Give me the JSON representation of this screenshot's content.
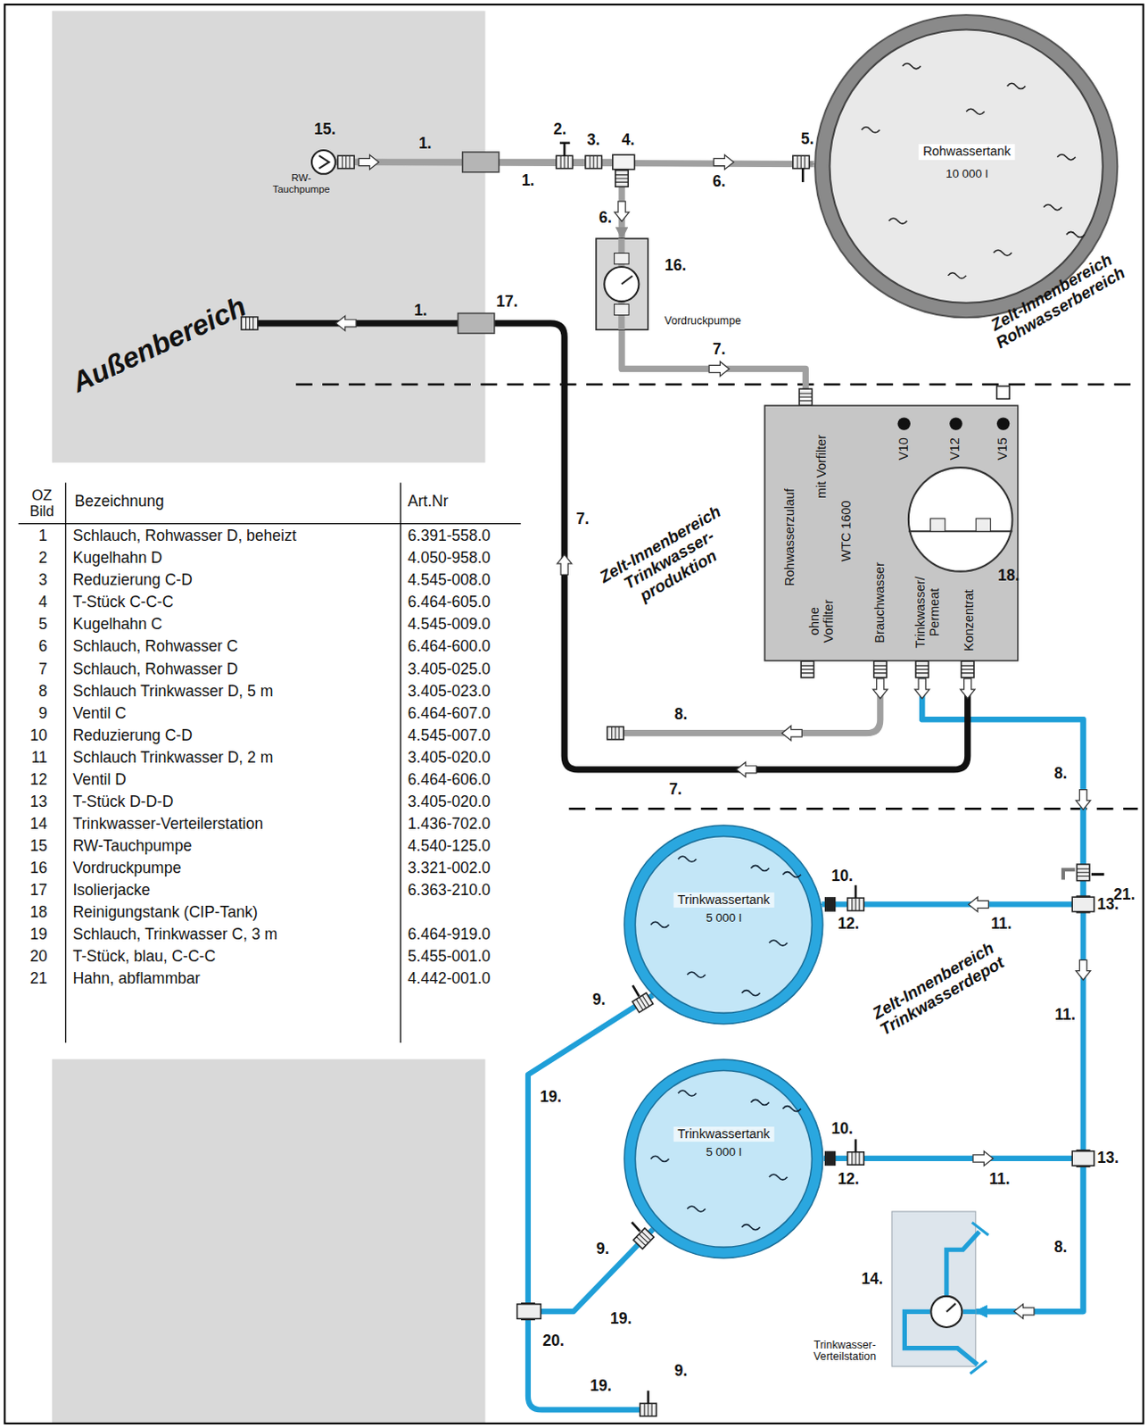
{
  "diagram": {
    "nodes": [
      {
        "text": [
          "Außenbereich"
        ]
      },
      {
        "text": [
          "RW-Tauchpumpe"
        ],
        "in": 0
      },
      {
        "text": [
          "Rohwassertank",
          "10 000 l"
        ]
      },
      {
        "text": [
          "Vordruckpumpe"
        ]
      },
      {
        "text": [
          "WTC 1600",
          "Rohwasserzulauf",
          "mit Vorfilter",
          "ohne Vorfilter",
          "Brauchwasser",
          "Trinkwasser/ Permeat",
          "Konzentrat",
          "V10",
          "V12",
          "V15"
        ]
      },
      {
        "text": [
          "Trinkwassertank",
          "5 000 l"
        ]
      },
      {
        "text": [
          "Trinkwassertank",
          "5 000 l"
        ]
      },
      {
        "text": [
          "Trinkwasser-Verteilstation"
        ]
      }
    ],
    "edges": [
      {
        "from": 1,
        "to": 2,
        "arrow": "to"
      },
      {
        "from": 1,
        "to": 3,
        "arrow": "to"
      },
      {
        "from": 3,
        "to": 4,
        "arrow": "to"
      },
      {
        "from": 4,
        "to": 5,
        "arrow": "to"
      },
      {
        "from": 4,
        "to": 7,
        "arrow": "to"
      },
      {
        "from": 6,
        "to": 7,
        "arrow": "to"
      },
      {
        "from": 5,
        "to": 6,
        "arrow": "none"
      }
    ],
    "labels": [
      "OZ Bild",
      "Bezeichnung",
      "Art.Nr",
      "1",
      "Schlauch, Rohwasser D, beheizt",
      "6.391-558.0",
      "2",
      "Kugelhahn D",
      "4.050-958.0",
      "3",
      "Reduzierung C-D",
      "4.545-008.0",
      "4",
      "T-Stück C-C-C",
      "6.464-605.0",
      "5",
      "Kugelhahn C",
      "4.545-009.0",
      "6",
      "Schlauch, Rohwasser C",
      "6.464-600.0",
      "7",
      "Schlauch, Rohwasser D",
      "3.405-025.0",
      "8",
      "Schlauch Trinkwasser D, 5 m",
      "3.405-023.0",
      "9",
      "Ventil C",
      "6.464-607.0",
      "10",
      "Reduzierung C-D",
      "4.545-007.0",
      "11",
      "Schlauch Trinkwasser D, 2 m",
      "3.405-020.0",
      "12",
      "Ventil D",
      "6.464-606.0",
      "13",
      "T-Stück D-D-D",
      "3.405-020.0",
      "14",
      "Trinkwasser-Verteilerstation",
      "1.436-702.0",
      "15",
      "RW-Tauchpumpe",
      "4.540-125.0",
      "16",
      "Vordruckpumpe",
      "3.321-002.0",
      "17",
      "Isolierjacke",
      "6.363-210.0",
      "18",
      "Reinigungstank (CIP-Tank)",
      "19",
      "Schlauch, Trinkwasser C, 3 m",
      "6.464-919.0",
      "20",
      "T-Stück, blau, C-C-C",
      "5.455-001.0",
      "21",
      "Hahn, abflammbar",
      "4.442-001.0",
      "15.",
      "1.",
      "1.",
      "2.",
      "3.",
      "4.",
      "5.",
      "6.",
      "6.",
      "16.",
      "7.",
      "17.",
      "1.",
      "7.",
      "8.",
      "7.",
      "18.",
      "8.",
      "21.",
      "10.",
      "12.",
      "11.",
      "13.",
      "11.",
      "10.",
      "12.",
      "11.",
      "13.",
      "8.",
      "14.",
      "9.",
      "19.",
      "9.",
      "19.",
      "20.",
      "19.",
      "9.",
      "Zelt-Innenbereich Rohwasserbereich",
      "Zelt-Innenbereich Trinkwasser-produktion",
      "Zelt-Innenbereich Trinkwasserdepot"
    ]
  }
}
